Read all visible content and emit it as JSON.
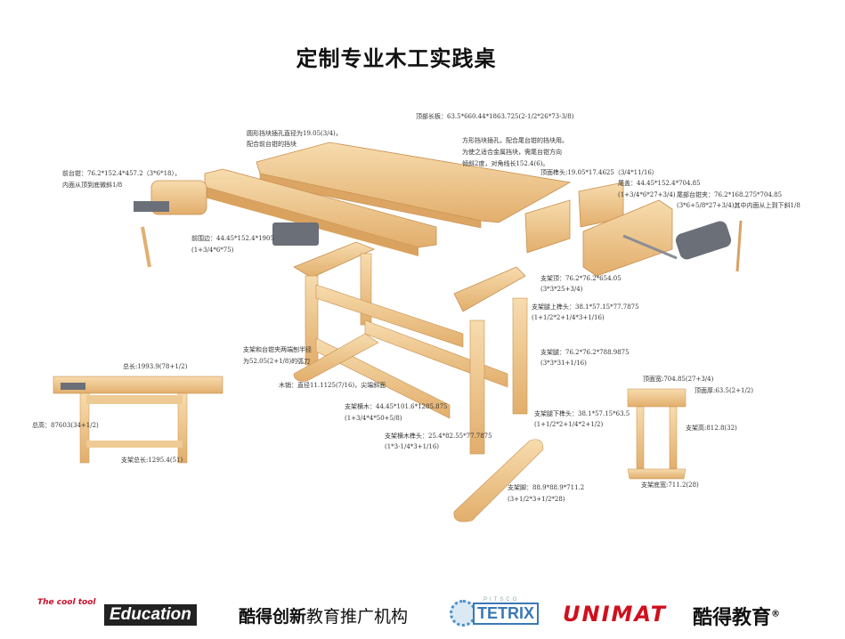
{
  "title": "定制专业木工实践桌",
  "labels": {
    "top_slab": "顶部长板：63.5*660.44*1863.725(2-1/2*26*73-3/8)",
    "round_hole_1": "圆形挡块插孔直径为19.05(3/4)，",
    "round_hole_2": "配合前台钳的挡块",
    "front_vise_1": "前台钳：76.2*152.4*457.2（3*6*18），",
    "front_vise_2": "内面从顶到底微斜1/8",
    "square_hole_1": "方形挡块插孔，配合尾台钳的挡块用。",
    "square_hole_2": "为使之适合金属挡块，需尾台钳方向",
    "square_hole_3": "倾斜2度，对角线长152.4(6)。",
    "top_tenon": "顶面榫头:19.05*17.4625（3/4*11/16）",
    "end_cap_1": "尾盖：44.45*152.4*704.85",
    "end_cap_2": "(1+3/4*6*27+3/4)",
    "tail_vise_1": "尾部台钳夹：76.2*168.275*704.85",
    "tail_vise_2": "(3*6+5/8*27+3/4)其中内面从上到下斜1/8",
    "front_apron_1": "前围边：44.45*152.4*1905",
    "front_apron_2": "(1+3/4*6*75)",
    "stand_top_1": "支架顶：76.2*76.2*654.05",
    "stand_top_2": "(3*3*25+3/4)",
    "leg_upper_tenon_1": "支架腿上榫头：38.1*57.15*77.7875",
    "leg_upper_tenon_2": "(1+1/2*2+1/4*3+1/16)",
    "arc_1": "支架和台钳夹两端刨半径",
    "arc_2": "为52.05(2+1/8)的弧刀",
    "leg_1": "支架腿：76.2*76.2*788.9875",
    "leg_2": "(3*3*31+1/16)",
    "dowel": "木销：直径11.1125(7/16)，尖端斜面",
    "stretcher_1": "支架横木：44.45*101.6*1285.875",
    "stretcher_2": "(1+3/4*4*50+5/8)",
    "leg_lower_tenon_1": "支架腿下榫头：38.1*57.15*63.5",
    "leg_lower_tenon_2": "(1+1/2*2+1/4*2+1/2)",
    "stretcher_tenon_1": "支架横木榫头：25.4*82.55*77.7875",
    "stretcher_tenon_2": "(1*3-1/4*3+1/16)",
    "foot_1": "支架脚：88.9*88.9*711.2",
    "foot_2": "(3+1/2*3+1/2*28)",
    "total_length": "总长:1993.9(78+1/2)",
    "total_height": "总高：87603(34+1/2)",
    "stand_length": "支架总长:1295.4(51)",
    "top_width": "顶面宽:704.85(27+3/4)",
    "top_thickness": "顶面厚:63.5(2+1/2)",
    "stand_height": "支架高:812.8(32)",
    "stand_base_width": "支架底宽:711.2(28)"
  },
  "footer": {
    "cool_tool": "The cool tool",
    "education": "Education",
    "promo_bold": "酷得创新",
    "promo_rest": "教育推广机构",
    "pitsco": "PITSCO",
    "tetrix": "TETRIX",
    "unimat": "UNIMAT",
    "kude_edu": "酷得教育",
    "reg": "®"
  },
  "colors": {
    "wood": "#f2c98f",
    "wood_dark": "#d9a25e",
    "metal": "#6b6f78"
  }
}
